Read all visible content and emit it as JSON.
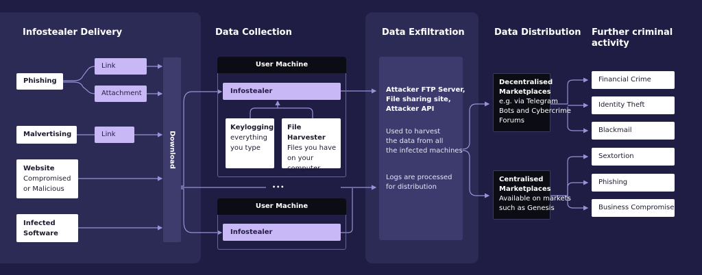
{
  "columns": {
    "delivery": "Infostealer Delivery",
    "collection": "Data Collection",
    "exfiltration": "Data Exfiltration",
    "distribution": "Data Distribution",
    "criminal_line1": "Further criminal",
    "criminal_line2": "activity"
  },
  "delivery": {
    "phishing": "Phishing",
    "link": "Link",
    "attachment": "Attachment",
    "malvertising": "Malvertising",
    "website_title": "Website",
    "website_line1": "Compromised",
    "website_line2": "or Malicious",
    "infected_line1": "Infected",
    "infected_line2": "Software",
    "download": "Download"
  },
  "collection": {
    "machine_header": "User Machine",
    "infostealer": "Infostealer",
    "keylogging_title": "Keylogging",
    "keylogging_line1": "everything",
    "keylogging_line2": "you type",
    "harvester_title": "File Harvester",
    "harvester_line1": "Files you have",
    "harvester_line2": "on your",
    "harvester_line3": "computer",
    "ellipsis": "•••"
  },
  "exfiltration": {
    "title_line1": "Attacker FTP Server,",
    "title_line2": "File sharing site,",
    "title_line3": "Attacker API",
    "desc_line1": "Used to harvest",
    "desc_line2": "the data from all",
    "desc_line3": "the infected machines",
    "logs_line1": "Logs are processed",
    "logs_line2": "for distribution"
  },
  "distribution": {
    "decentral_line1": "Decentralised",
    "decentral_line2": "Marketplaces",
    "decentral_desc1": "e.g. via Telegram",
    "decentral_desc2": "Bots and Cybercrime",
    "decentral_desc3": "Forums",
    "central_line1": "Centralised",
    "central_line2": "Marketplaces",
    "central_desc1": "Available on markets",
    "central_desc2": "such as Genesis"
  },
  "criminal": [
    "Financial Crime",
    "Identity Theft",
    "Blackmail",
    "Sextortion",
    "Phishing",
    "Business Compromise"
  ],
  "colors": {
    "background": "#1f1d44",
    "panel": "#2c2b55",
    "accent_purple": "#c8b8f6",
    "line": "#9a92d8"
  }
}
